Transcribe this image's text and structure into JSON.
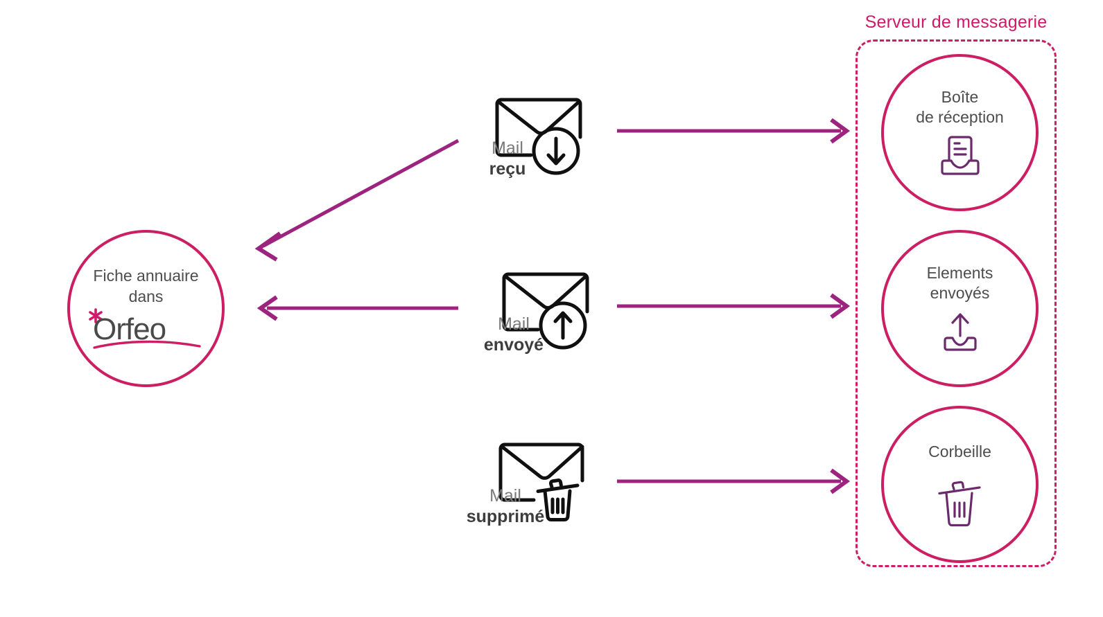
{
  "diagram": {
    "title_hidden": "",
    "colors": {
      "crimson": "#cc1e62",
      "magenta_arrow": "#9c247f",
      "purple_icon": "#6b2a6b",
      "text_gray": "#4d4d4d",
      "label_light_gray": "#7a7a7a",
      "label_bold_gray": "#3d3d3d",
      "mail_icon_black": "#101010"
    }
  },
  "server": {
    "title": "Serveur de messagerie",
    "folders": [
      {
        "name": "inbox",
        "label": "Boîte\nde réception",
        "icon": "inbox-tray-icon"
      },
      {
        "name": "sent",
        "label": "Elements\nenvoyés",
        "icon": "sent-tray-up-arrow-icon"
      },
      {
        "name": "trash",
        "label": "Corbeille",
        "icon": "trash-bin-icon"
      }
    ]
  },
  "orfeo": {
    "line1": "Fiche annuaire",
    "line2": "dans",
    "logo_text": "Orfeo",
    "logo_mark": "asterisk-icon"
  },
  "mails": [
    {
      "name": "mail-received",
      "label_light": "Mail",
      "label_bold": "reçu",
      "icon": "envelope-with-down-arrow-icon"
    },
    {
      "name": "mail-sent",
      "label_light": "Mail",
      "label_bold": "envoyé",
      "icon": "envelope-with-up-arrow-icon"
    },
    {
      "name": "mail-deleted",
      "label_light": "Mail",
      "label_bold": "supprimé",
      "icon": "envelope-with-trash-icon"
    }
  ],
  "arrows": [
    {
      "name": "arrow-received-to-orfeo",
      "direction": "down-left",
      "from": "mail-received",
      "to": "orfeo"
    },
    {
      "name": "arrow-received-to-inbox",
      "direction": "right",
      "from": "mail-received",
      "to": "inbox"
    },
    {
      "name": "arrow-sent-to-orfeo",
      "direction": "left",
      "from": "mail-sent",
      "to": "orfeo"
    },
    {
      "name": "arrow-sent-to-sent-folder",
      "direction": "right",
      "from": "mail-sent",
      "to": "sent"
    },
    {
      "name": "arrow-deleted-to-trash",
      "direction": "right",
      "from": "mail-deleted",
      "to": "trash"
    }
  ]
}
